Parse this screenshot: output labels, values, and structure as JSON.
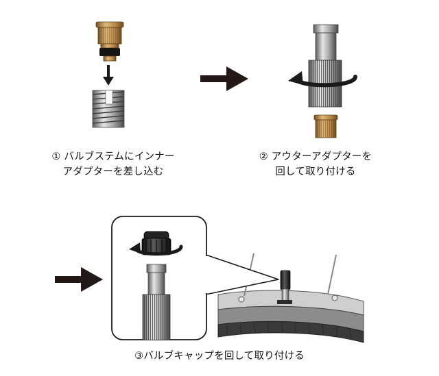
{
  "steps": [
    {
      "lines": [
        "① バルブステムにインナー",
        "アダプターを差し込む"
      ]
    },
    {
      "lines": [
        "② アウターアダプターを",
        "回して取り付ける"
      ]
    },
    {
      "lines": [
        "③バルブキャップを回して取り付ける"
      ]
    }
  ],
  "icons": {
    "step_arrow": "right-arrow-icon",
    "insert_arrow": "down-arrow-icon",
    "rotate_arrow": "rotate-arrow-icon"
  },
  "colors": {
    "arrow": "#231815",
    "brass": "#b8894a",
    "metal": "#9a9a9a",
    "rubber": "#1c1c1c",
    "tire": "#3a3a3a"
  }
}
